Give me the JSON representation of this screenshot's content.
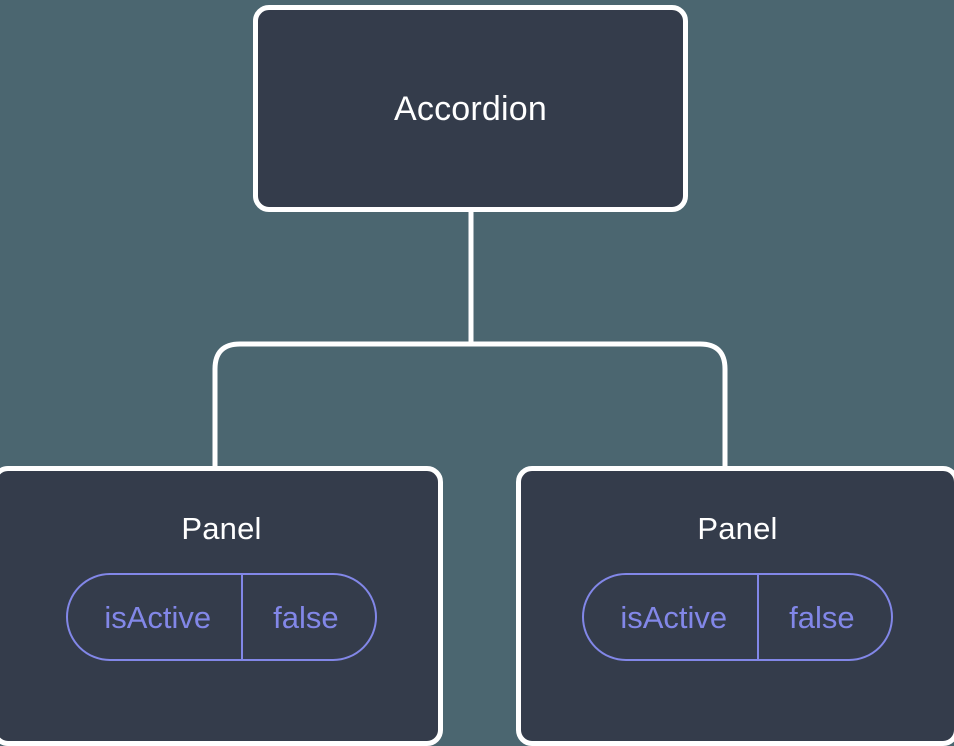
{
  "canvas": {
    "background_color": "#4b6670",
    "node_fill_color": "#343c4b",
    "node_border_color": "#ffffff",
    "edge_color": "#ffffff",
    "prop_accent_color": "#8287e8",
    "title_text_color": "#ffffff"
  },
  "tree": {
    "root": {
      "title": "Accordion"
    },
    "children": [
      {
        "title": "Panel",
        "props": [
          {
            "key": "isActive",
            "value": "false"
          }
        ]
      },
      {
        "title": "Panel",
        "props": [
          {
            "key": "isActive",
            "value": "false"
          }
        ]
      }
    ]
  }
}
